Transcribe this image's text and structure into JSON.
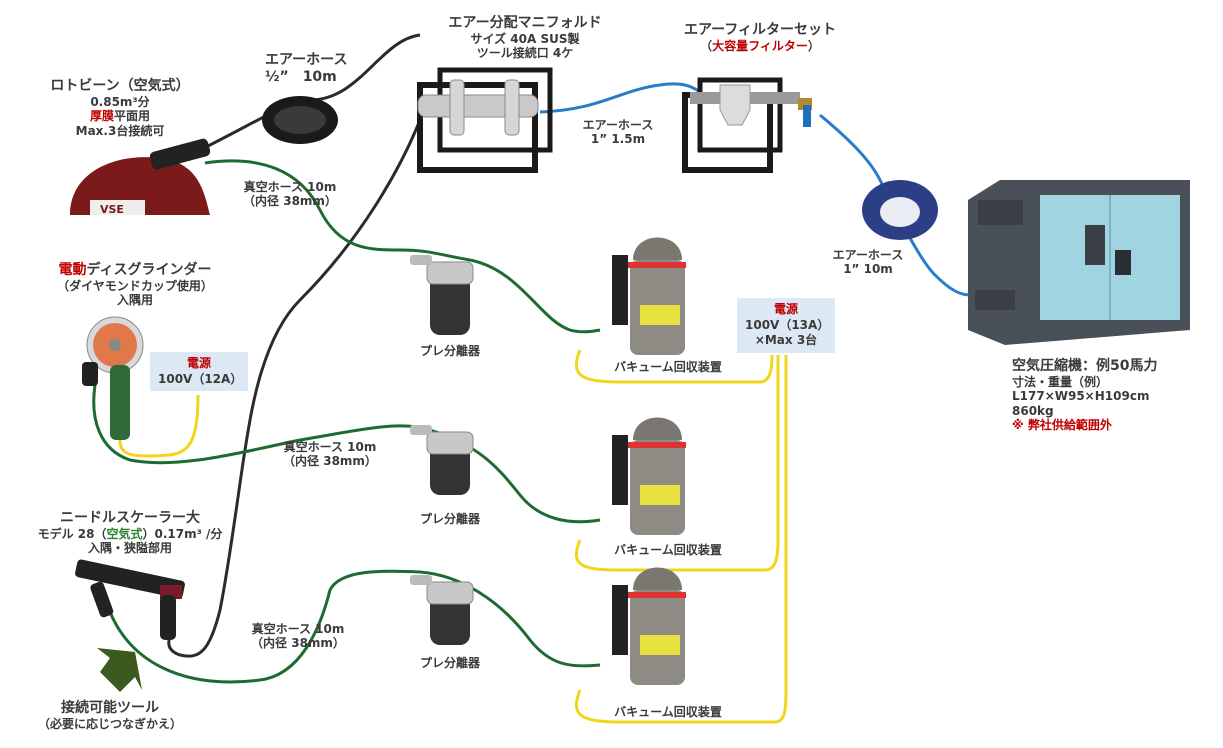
{
  "rotobeen": {
    "title": "ロトビーン（空気式）",
    "line1": "0.85m³分",
    "line2_red": "厚膜",
    "line2_rest": "平面用",
    "line3": "Max.3台接続可"
  },
  "air_hose_half": {
    "title": "エアーホース",
    "spec": "½”　10m"
  },
  "manifold": {
    "title": "エアー分配マニフォルド",
    "line1": "サイズ 40A SUS製",
    "line2": "ツール接続口 4ケ"
  },
  "filter_set": {
    "title": "エアーフィルターセット",
    "paren_open": "（",
    "sub_red": "大容量フィルター",
    "paren_close": "）"
  },
  "air_hose_1_5": {
    "title": "エアーホース",
    "spec": "1”  1.5m"
  },
  "air_hose_1_10": {
    "title": "エアーホース",
    "spec": "1”  10m"
  },
  "compressor": {
    "title": "空気圧縮機：例50馬力",
    "line1": "寸法・重量（例）",
    "line2": "L177×W95×H109cm",
    "line3": "860kg",
    "note_red": "※ 弊社供給範囲外"
  },
  "grinder": {
    "title_red": "電動",
    "title_rest": "ディスグラインダー",
    "line1": "（ダイヤモンドカップ使用）",
    "line2": "入隅用"
  },
  "power_grinder": {
    "head": "電源",
    "line1": "100V（12A）"
  },
  "power_vacuum": {
    "head": "電源",
    "line1": "100V（13A）",
    "line2": "×Max 3台"
  },
  "vacuum_hose_labels": [
    {
      "title": "真空ホース 10m",
      "spec": "（内径 38mm）"
    },
    {
      "title": "真空ホース 10m",
      "spec": "（内径 38mm）"
    },
    {
      "title": "真空ホース 10m",
      "spec": "（内径 38mm）"
    }
  ],
  "pre_separators": [
    "プレ分離器",
    "プレ分離器",
    "プレ分離器"
  ],
  "vacuum_units": [
    "バキューム回収装置",
    "バキューム回収装置",
    "バキューム回収装置"
  ],
  "needle_scaler": {
    "title": "ニードルスケーラー大",
    "line1_a": "モデル 28（",
    "line1_green": "空気式",
    "line1_b": "）0.17m³ /分",
    "line2": "入隅・狭隘部用"
  },
  "connectable_tools": {
    "title": "接続可能ツール",
    "sub": "（必要に応じつなぎかえ）"
  },
  "colors": {
    "air_hose_black": "#2b2b2b",
    "air_hose_blue": "#2a7bc8",
    "vacuum_hose_green": "#1e6b32",
    "power_cord_yellow": "#f2d51a",
    "accent_red": "#c00000",
    "power_box_bg": "#dce8f3",
    "arrow_green": "#3d5a1e"
  }
}
